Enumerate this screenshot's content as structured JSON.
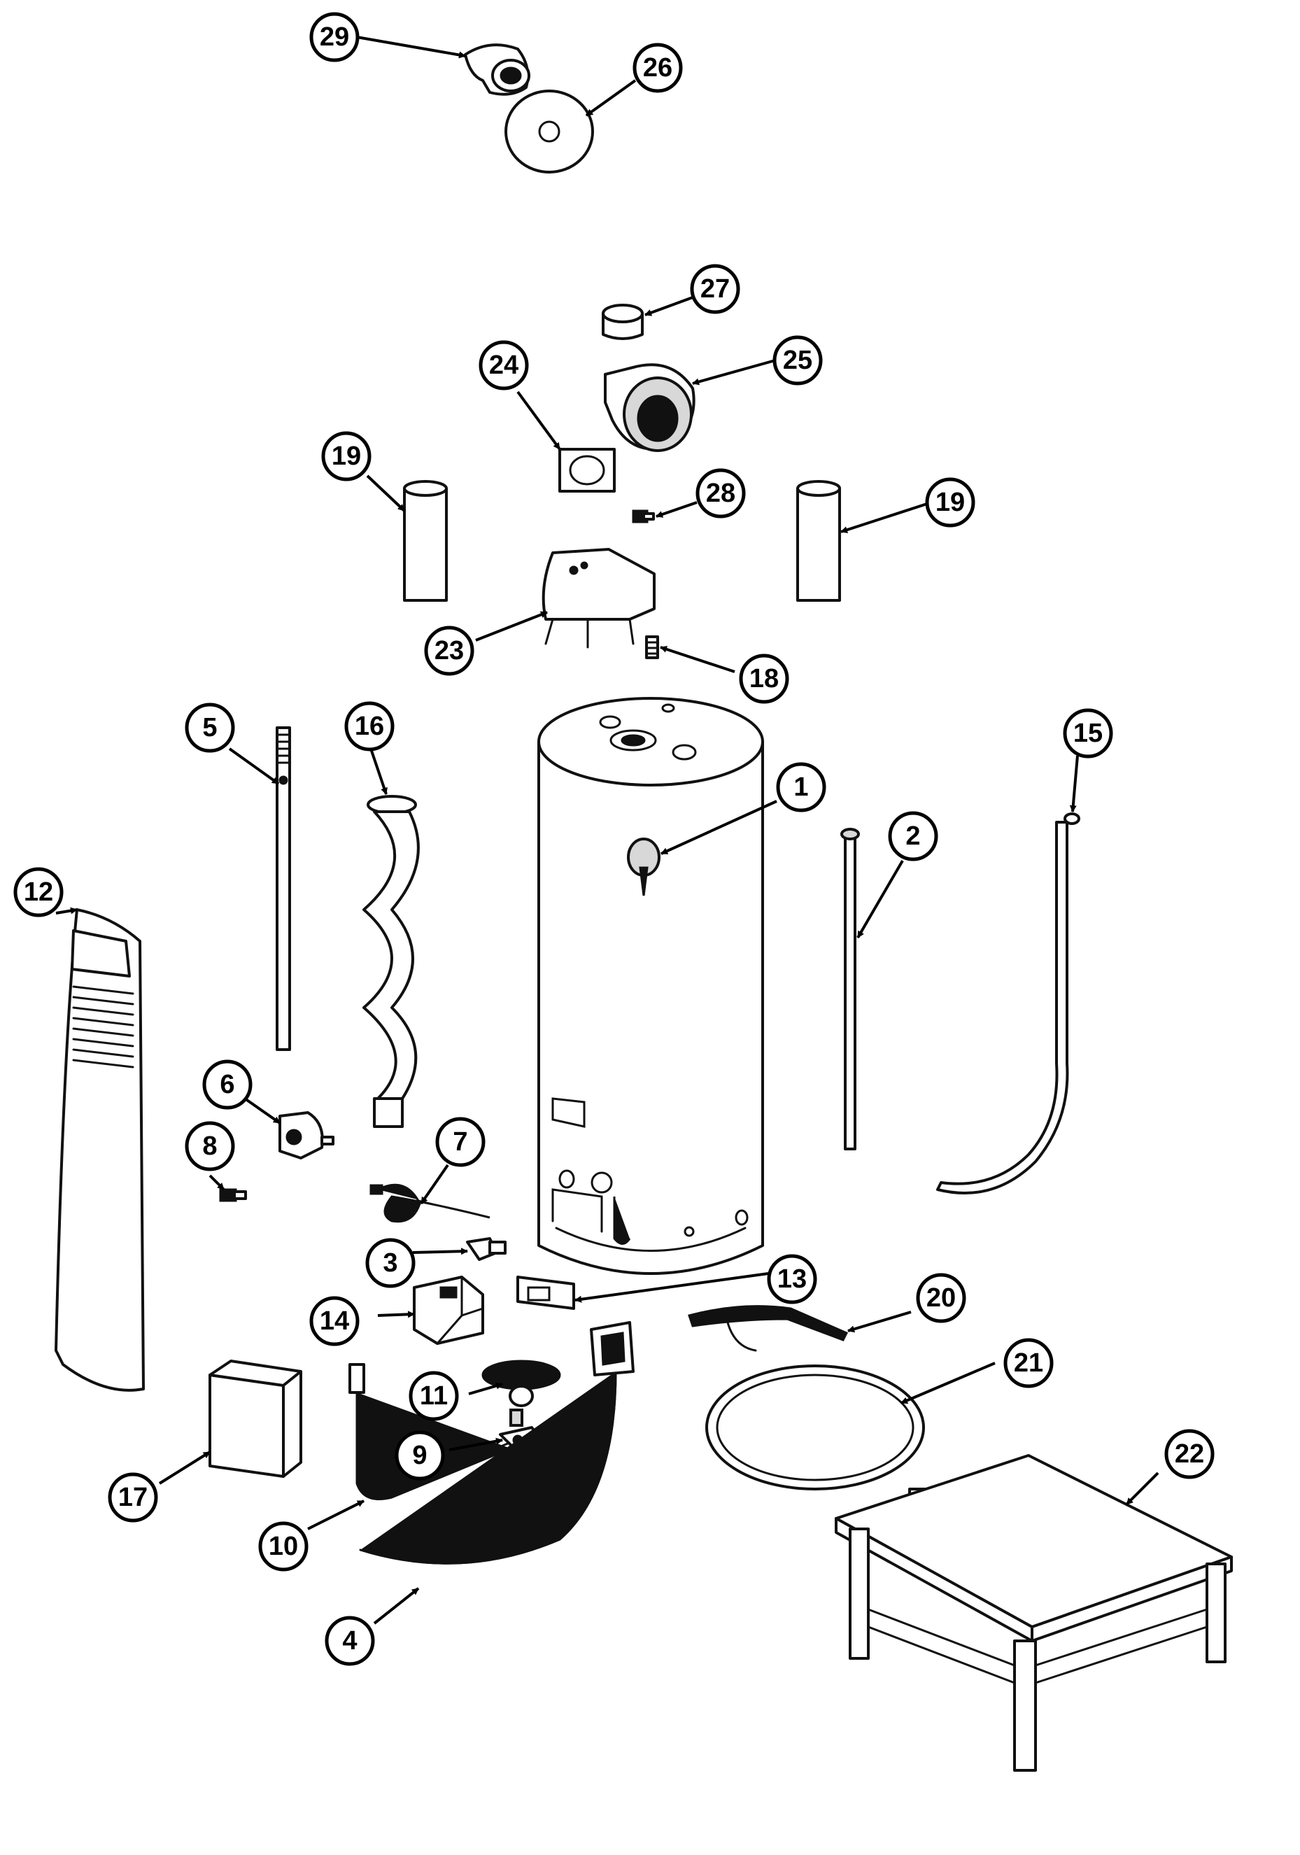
{
  "callouts": [
    {
      "id": "29",
      "label": "29"
    },
    {
      "id": "26",
      "label": "26"
    },
    {
      "id": "27",
      "label": "27"
    },
    {
      "id": "24",
      "label": "24"
    },
    {
      "id": "25",
      "label": "25"
    },
    {
      "id": "19a",
      "label": "19"
    },
    {
      "id": "28",
      "label": "28"
    },
    {
      "id": "19b",
      "label": "19"
    },
    {
      "id": "23",
      "label": "23"
    },
    {
      "id": "18",
      "label": "18"
    },
    {
      "id": "5",
      "label": "5"
    },
    {
      "id": "16",
      "label": "16"
    },
    {
      "id": "15",
      "label": "15"
    },
    {
      "id": "1",
      "label": "1"
    },
    {
      "id": "2",
      "label": "2"
    },
    {
      "id": "12",
      "label": "12"
    },
    {
      "id": "6",
      "label": "6"
    },
    {
      "id": "8",
      "label": "8"
    },
    {
      "id": "7",
      "label": "7"
    },
    {
      "id": "3",
      "label": "3"
    },
    {
      "id": "13",
      "label": "13"
    },
    {
      "id": "20",
      "label": "20"
    },
    {
      "id": "14",
      "label": "14"
    },
    {
      "id": "21",
      "label": "21"
    },
    {
      "id": "11",
      "label": "11"
    },
    {
      "id": "22",
      "label": "22"
    },
    {
      "id": "9",
      "label": "9"
    },
    {
      "id": "17",
      "label": "17"
    },
    {
      "id": "10",
      "label": "10"
    },
    {
      "id": "4",
      "label": "4"
    }
  ]
}
